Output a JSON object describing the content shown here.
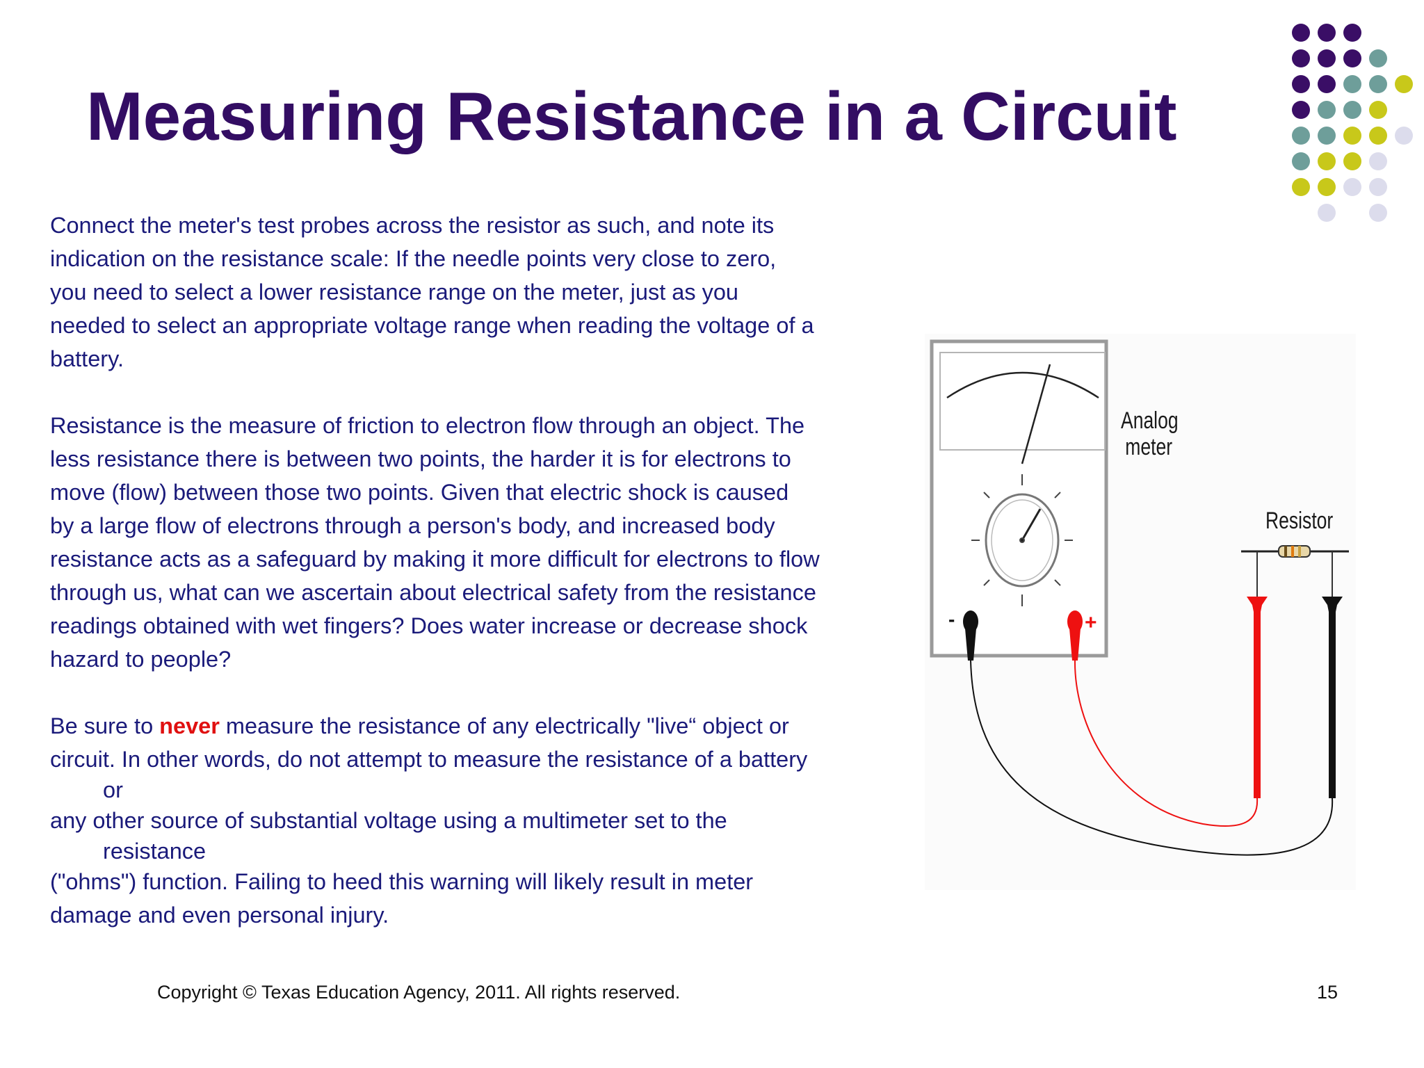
{
  "slide": {
    "title": "Measuring Resistance in a Circuit",
    "page_number": "15",
    "footer": "Copyright © Texas Education Agency, 2011. All rights reserved."
  },
  "body": {
    "paragraph1": [
      "Connect the meter's test probes across the resistor as such, and note its",
      "indication on the resistance scale:  If the needle points very close to zero,",
      "you need to select a lower resistance range on the meter, just as you",
      "needed to select an appropriate voltage range when reading the voltage of a",
      "battery."
    ],
    "paragraph2": [
      "Resistance is the measure of friction to electron flow through an object. The",
      "less resistance there is between two points, the harder it is for electrons to",
      "move (flow) between those two points. Given that electric shock is caused",
      "by a large flow of electrons through a person's body, and increased body",
      "resistance acts as a safeguard by making it more difficult for electrons to flow",
      "through us, what can we ascertain about electrical safety from the resistance",
      "readings obtained with wet fingers? Does water increase or decrease shock",
      "hazard to people?"
    ],
    "paragraph3": {
      "prefix": "Be sure to ",
      "emphasis": "never",
      "suffix": " measure the resistance of any electrically \"live“ object or",
      "lines": [
        "circuit. In other words, do not attempt to measure the resistance of a battery",
        "or",
        "any other source of substantial voltage using a multimeter set to the",
        "resistance",
        "(\"ohms\") function. Failing to heed this warning will likely result in meter",
        "damage and even personal injury."
      ]
    }
  },
  "figure": {
    "meter_label": [
      "Analog",
      "meter"
    ],
    "resistor_label": "Resistor",
    "negative_sign": "-",
    "positive_sign": "+"
  },
  "colors": {
    "title": "#330d63",
    "body_text": "#1a1a7a",
    "emphasis": "#e01010",
    "dot_purple": "#3a0e66",
    "dot_teal": "#6e9e9a",
    "dot_olive": "#c8c81a",
    "dot_lavender": "#dcdcec",
    "probe_red": "#ee1111",
    "probe_black": "#111111"
  },
  "icons": [
    "analog-meter-icon",
    "resistor-icon",
    "test-probe-icon",
    "decorative-dots"
  ]
}
